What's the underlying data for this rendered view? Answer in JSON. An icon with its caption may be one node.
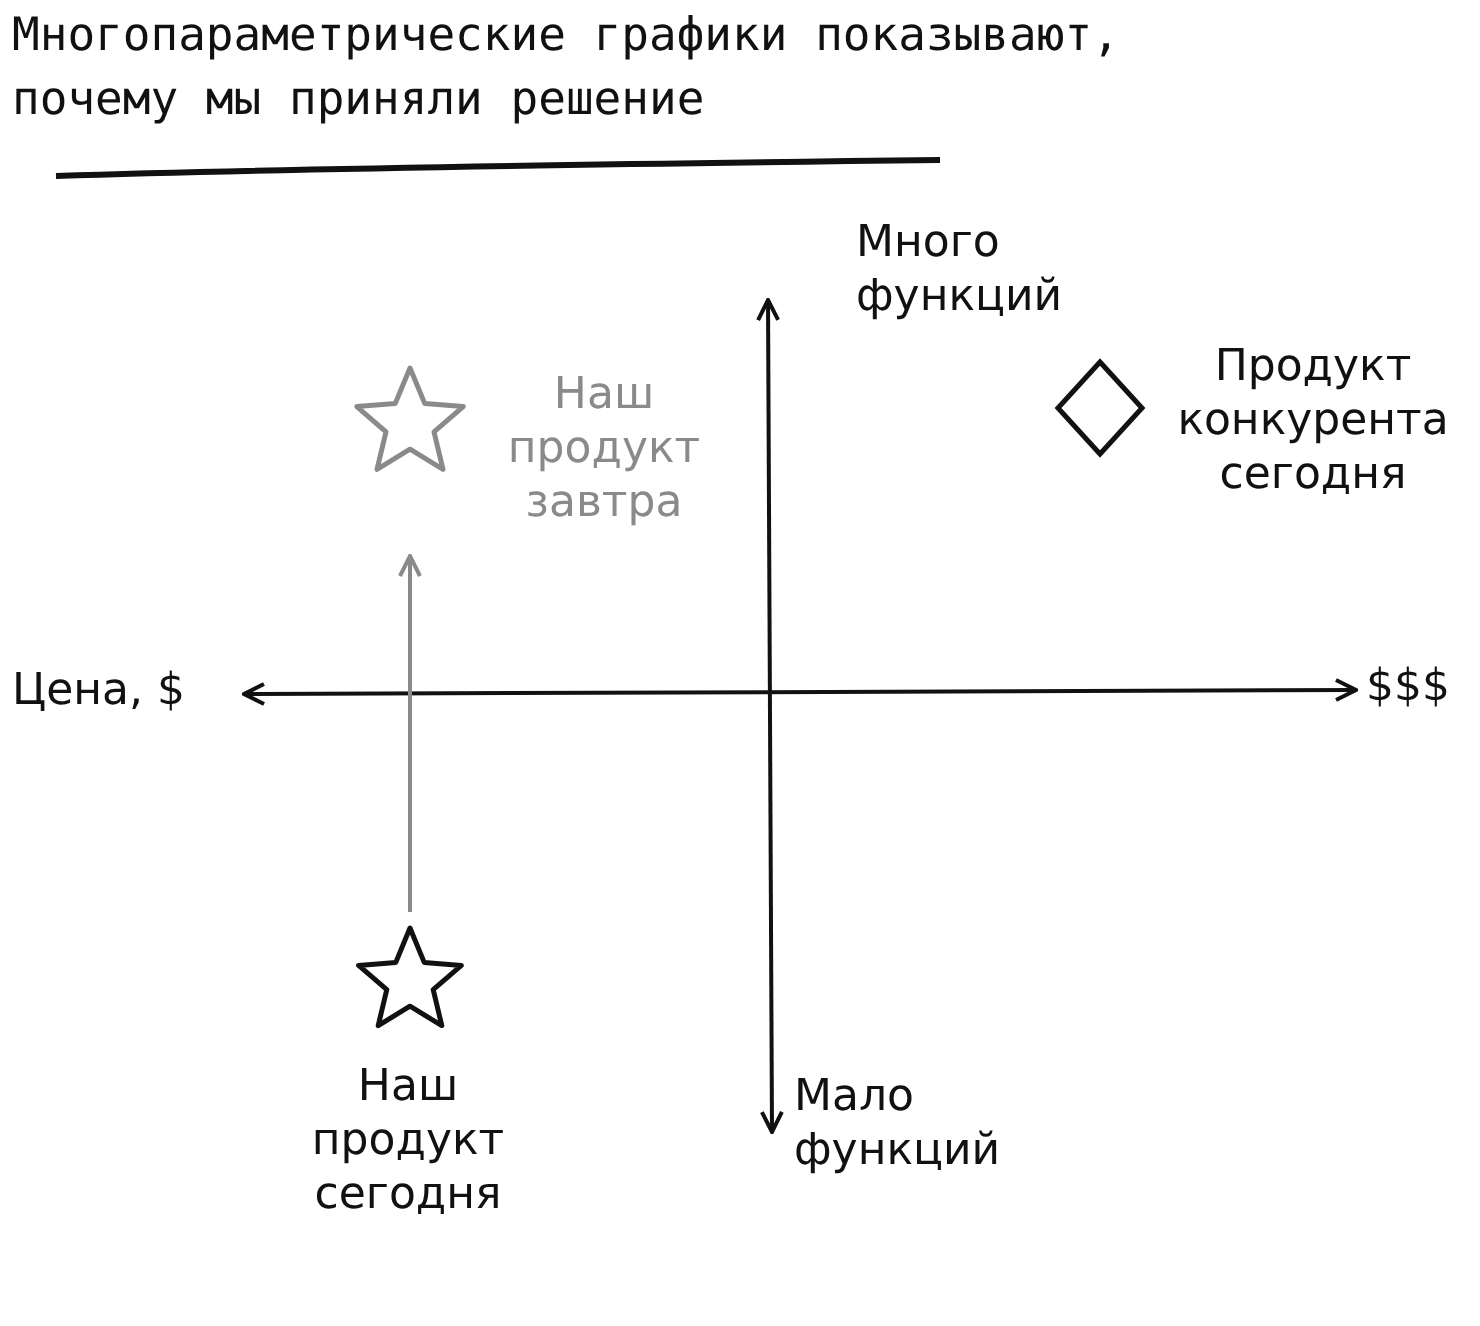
{
  "diagram": {
    "title": "Многопараметрические графики показывают, почему мы приняли решение",
    "nodes": [
      {
        "text": [
          "Наш продукт завтра"
        ]
      },
      {
        "text": [
          "Продукт конкурента сегодня"
        ]
      },
      {
        "text": [
          "Наш продукт сегодня"
        ]
      }
    ],
    "edges": [
      {
        "from": 2,
        "to": 0,
        "arrow": "to",
        "color": "#8a8a8a"
      }
    ],
    "labels": [
      "Много функций",
      "Цена, $",
      "$$$",
      "Мало функций"
    ]
  }
}
